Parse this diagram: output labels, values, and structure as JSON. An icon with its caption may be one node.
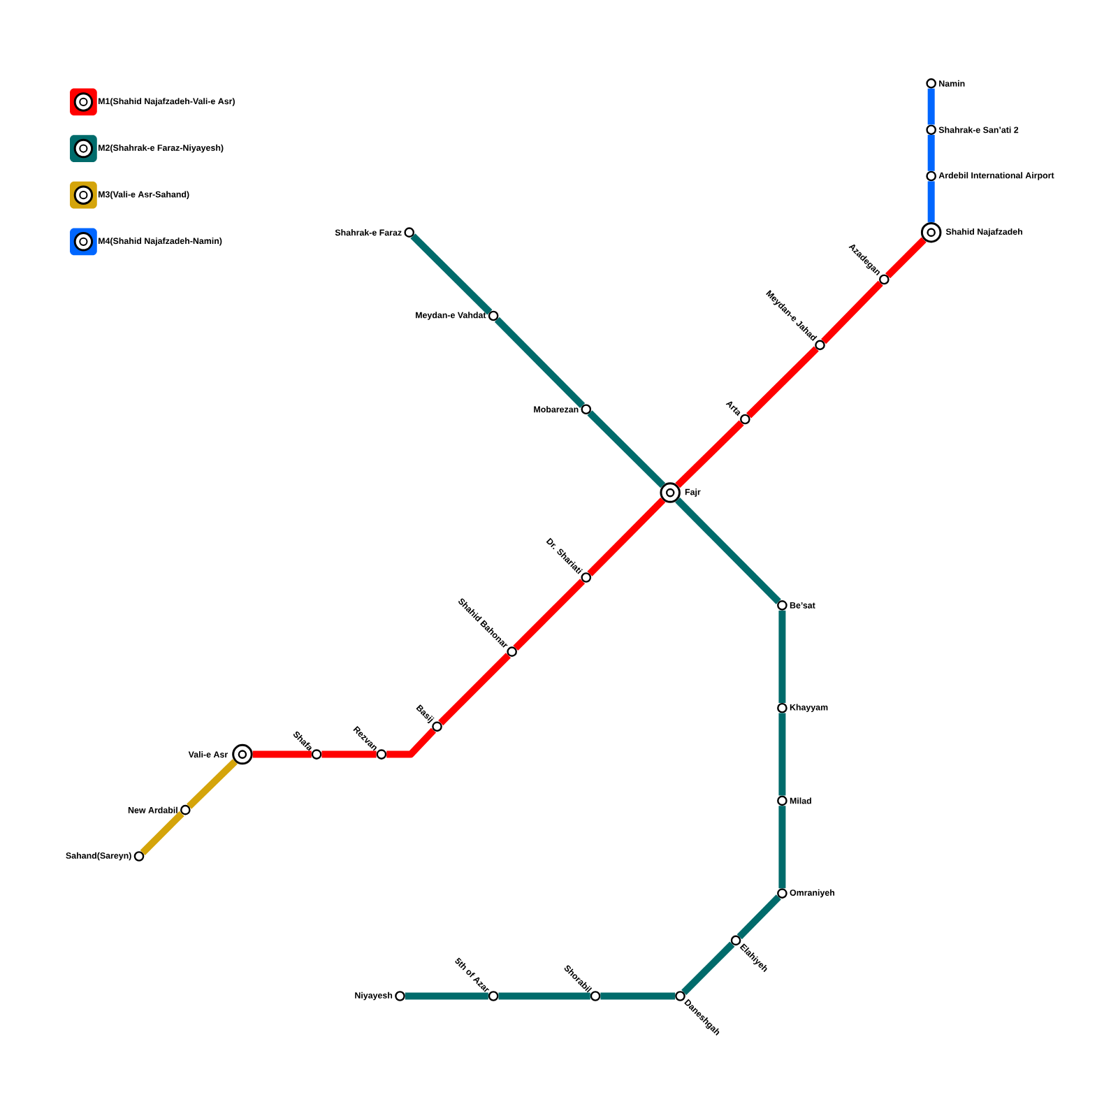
{
  "diagram": {
    "nodes": [
      {
        "text": [
          "Namin"
        ]
      },
      {
        "text": [
          "Shahrak-e San’ati 2"
        ]
      },
      {
        "text": [
          "Ardebil International Airport"
        ]
      },
      {
        "text": [
          "Shahid Najafzadeh"
        ]
      },
      {
        "text": [
          "Azadegan"
        ]
      },
      {
        "text": [
          "Meydan-e Jahad"
        ]
      },
      {
        "text": [
          "Arta"
        ]
      },
      {
        "text": [
          "Fajr"
        ]
      },
      {
        "text": [
          "Dr. Shariati"
        ]
      },
      {
        "text": [
          "Shahid Bahonar"
        ]
      },
      {
        "text": [
          "Basij"
        ]
      },
      {
        "text": [
          "Rezvan"
        ]
      },
      {
        "text": [
          "Shafa"
        ]
      },
      {
        "text": [
          "Vali-e Asr"
        ]
      },
      {
        "text": [
          "New Ardabil"
        ]
      },
      {
        "text": [
          "Sahand(Sareyn)"
        ]
      },
      {
        "text": [
          "Shahrak-e Faraz"
        ]
      },
      {
        "text": [
          "Meydan-e Vahdat"
        ]
      },
      {
        "text": [
          "Mobarezan"
        ]
      },
      {
        "text": [
          "Be’sat"
        ]
      },
      {
        "text": [
          "Khayyam"
        ]
      },
      {
        "text": [
          "Milad"
        ]
      },
      {
        "text": [
          "Omraniyeh"
        ]
      },
      {
        "text": [
          "Elahiyeh"
        ]
      },
      {
        "text": [
          "Daneshgah"
        ]
      },
      {
        "text": [
          "Shorabil"
        ]
      },
      {
        "text": [
          "5th of Azar"
        ]
      },
      {
        "text": [
          "Niyayesh"
        ]
      }
    ],
    "edges": [
      {
        "from": 0,
        "to": 1,
        "arrow": "none",
        "color": "#0066ff"
      },
      {
        "from": 1,
        "to": 2,
        "arrow": "none",
        "color": "#0066ff"
      },
      {
        "from": 2,
        "to": 3,
        "arrow": "none",
        "color": "#0066ff"
      },
      {
        "from": 3,
        "to": 4,
        "arrow": "none",
        "color": "#ff0000"
      },
      {
        "from": 4,
        "to": 5,
        "arrow": "none",
        "color": "#ff0000"
      },
      {
        "from": 5,
        "to": 6,
        "arrow": "none",
        "color": "#ff0000"
      },
      {
        "from": 6,
        "to": 7,
        "arrow": "none",
        "color": "#ff0000"
      },
      {
        "from": 7,
        "to": 8,
        "arrow": "none",
        "color": "#ff0000"
      },
      {
        "from": 8,
        "to": 9,
        "arrow": "none",
        "color": "#ff0000"
      },
      {
        "from": 9,
        "to": 10,
        "arrow": "none",
        "color": "#ff0000"
      },
      {
        "from": 10,
        "to": 11,
        "arrow": "none",
        "color": "#ff0000"
      },
      {
        "from": 11,
        "to": 12,
        "arrow": "none",
        "color": "#ff0000"
      },
      {
        "from": 12,
        "to": 13,
        "arrow": "none",
        "color": "#ff0000"
      },
      {
        "from": 13,
        "to": 14,
        "arrow": "none",
        "color": "#d4a40a"
      },
      {
        "from": 14,
        "to": 15,
        "arrow": "none",
        "color": "#d4a40a"
      },
      {
        "from": 16,
        "to": 17,
        "arrow": "none"
      },
      {
        "from": 17,
        "to": 18,
        "arrow": "none"
      },
      {
        "from": 18,
        "to": 7,
        "arrow": "none"
      },
      {
        "from": 7,
        "to": 19,
        "arrow": "none"
      },
      {
        "from": 19,
        "to": 20,
        "arrow": "none"
      },
      {
        "from": 20,
        "to": 21,
        "arrow": "none"
      },
      {
        "from": 21,
        "to": 22,
        "arrow": "none"
      },
      {
        "from": 22,
        "to": 23,
        "arrow": "none"
      },
      {
        "from": 23,
        "to": 24,
        "arrow": "none"
      },
      {
        "from": 24,
        "to": 25,
        "arrow": "none"
      },
      {
        "from": 25,
        "to": 26,
        "arrow": "none"
      },
      {
        "from": 26,
        "to": 27,
        "arrow": "none"
      }
    ],
    "legend": [
      {
        "text": "M1(Shahid Najafzadeh-Vali-e Asr)",
        "color": "#ff0000"
      },
      {
        "text": "M2(Shahrak-e Faraz-Niyayesh)",
        "color": "#006b6b"
      },
      {
        "text": "M3(Vali-e Asr-Sahand)",
        "color": "#d4a40a"
      },
      {
        "text": "M4(Shahid Najafzadeh-Namin)",
        "color": "#0066ff"
      }
    ]
  }
}
